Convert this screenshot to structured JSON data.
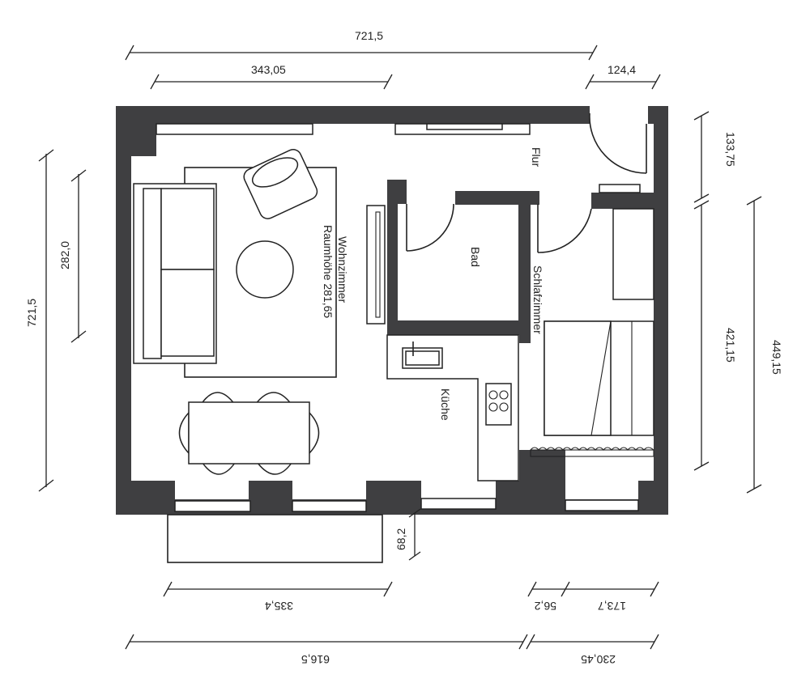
{
  "plan": {
    "rooms": {
      "wohnzimmer": "Wohnzimmer",
      "raumhoehe": "Raumhöhe 281,65",
      "flur": "Flur",
      "bad": "Bad",
      "schlafzimmer": "Schlafzimmer",
      "kueche": "Küche"
    },
    "dimensions": {
      "top_total": "721,5",
      "top_left": "343,05",
      "top_right": "124,4",
      "right_top": "133,75",
      "right_inner": "421,15",
      "right_outer": "449,15",
      "left_outer": "721,5",
      "left_inner": "282,0",
      "balcony_depth": "68,2",
      "bottom_balcony": "335,4",
      "bottom_small": "56,2",
      "bottom_mid": "173,7",
      "bottom_left_total": "616,5",
      "bottom_right_total": "230,45"
    },
    "colors": {
      "wall": "#3f3f41",
      "line": "#222222",
      "background": "#ffffff"
    }
  }
}
